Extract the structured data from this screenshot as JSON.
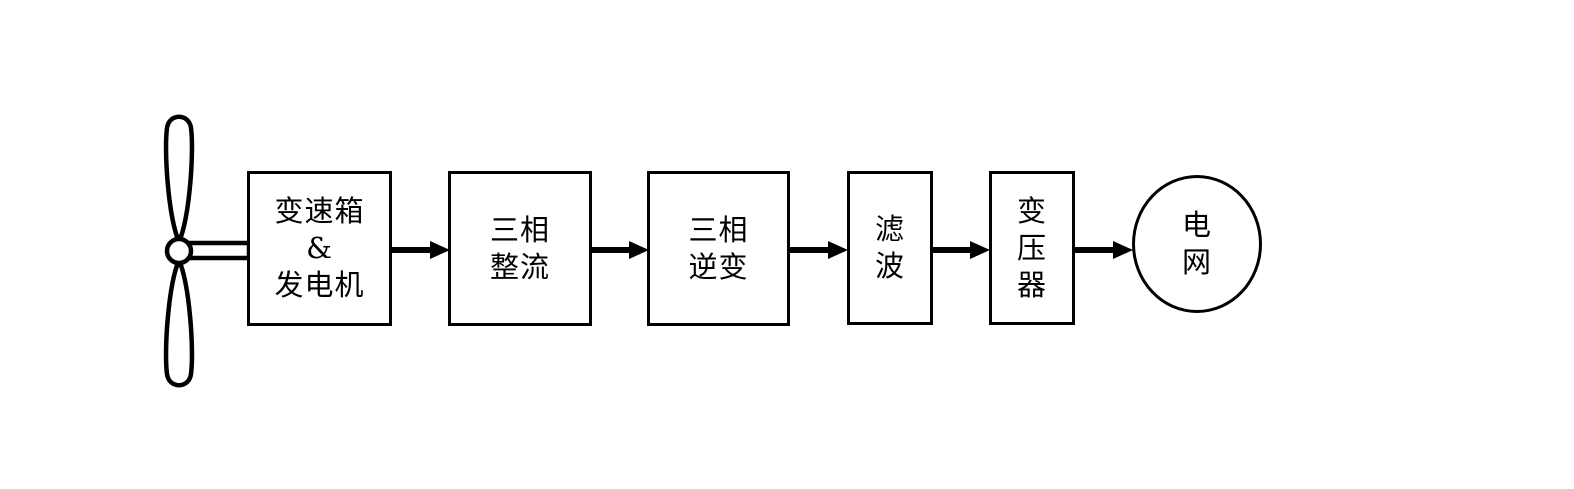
{
  "diagram": {
    "description": "Wind power generation system flow diagram",
    "colors": {
      "background": "#ffffff",
      "stroke": "#000000",
      "text": "#000000"
    },
    "nodes": [
      {
        "id": "wind-turbine",
        "shape": "icon",
        "label": ""
      },
      {
        "id": "gearbox-generator",
        "shape": "rect",
        "label": "变速箱\n&\n发电机"
      },
      {
        "id": "three-phase-rectifier",
        "shape": "rect",
        "label": "三相\n整流"
      },
      {
        "id": "three-phase-inverter",
        "shape": "rect",
        "label": "三相\n逆变"
      },
      {
        "id": "filter",
        "shape": "rect",
        "label": "滤\n波"
      },
      {
        "id": "transformer",
        "shape": "rect",
        "label": "变\n压\n器"
      },
      {
        "id": "power-grid",
        "shape": "circle",
        "label": "电\n网"
      }
    ],
    "connections": [
      {
        "from": "wind-turbine",
        "to": "gearbox-generator",
        "style": "shaft"
      },
      {
        "from": "gearbox-generator",
        "to": "three-phase-rectifier",
        "style": "arrow"
      },
      {
        "from": "three-phase-rectifier",
        "to": "three-phase-inverter",
        "style": "arrow"
      },
      {
        "from": "three-phase-inverter",
        "to": "filter",
        "style": "arrow"
      },
      {
        "from": "filter",
        "to": "transformer",
        "style": "arrow"
      },
      {
        "from": "transformer",
        "to": "power-grid",
        "style": "arrow"
      }
    ]
  }
}
